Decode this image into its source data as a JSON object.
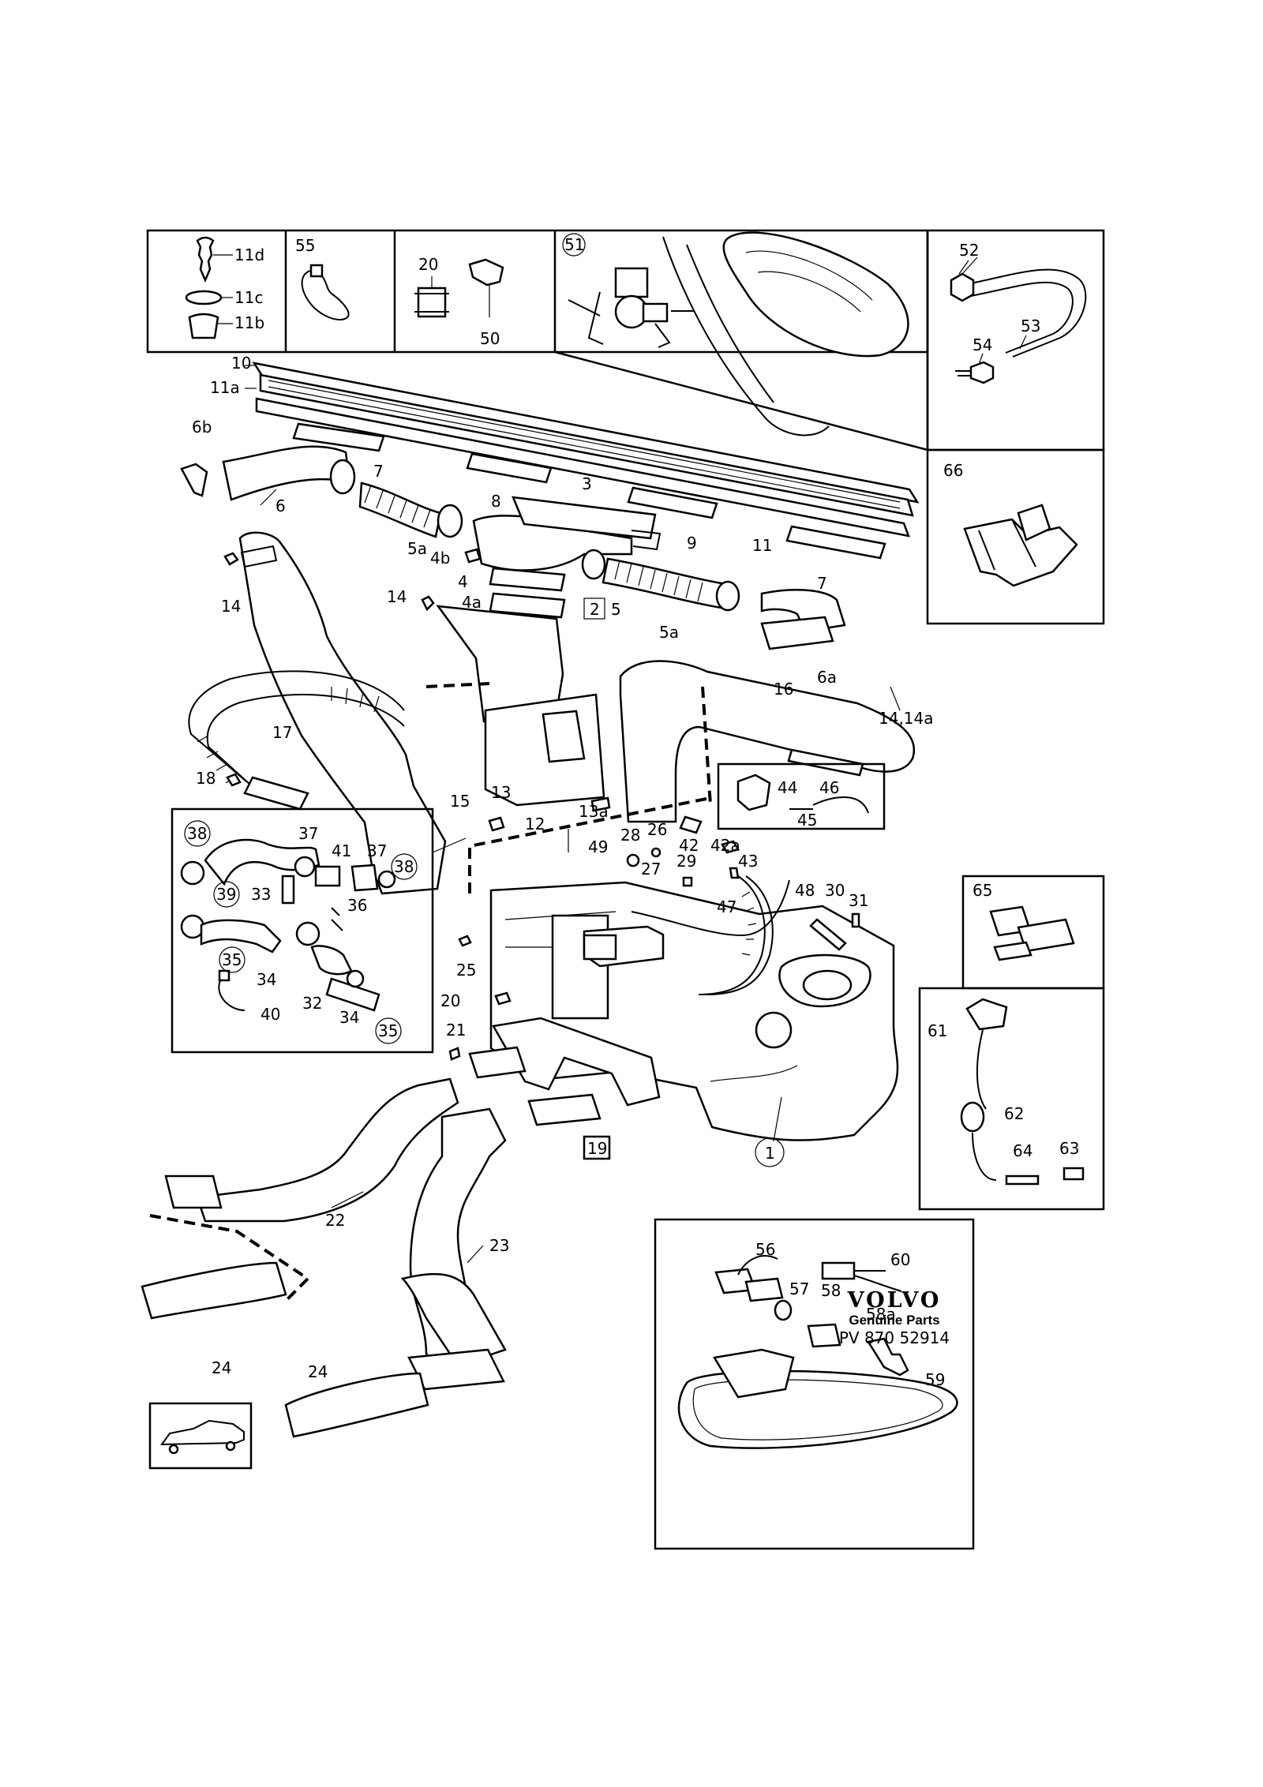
{
  "labels": {
    "l11d": "11d",
    "l11c": "11c",
    "l11b": "11b",
    "l55": "55",
    "l20a": "20",
    "l50": "50",
    "l51": "51",
    "l52": "52",
    "l53": "53",
    "l54": "54",
    "l10": "10",
    "l11a": "11a",
    "l6b": "6b",
    "l6": "6",
    "l5a_1": "5a",
    "l7_1": "7",
    "l8": "8",
    "l3": "3",
    "l4b": "4b",
    "l4": "4",
    "l4a": "4a",
    "l2": "2",
    "l5": "5",
    "l5a_2": "5a",
    "l9": "9",
    "l11": "11",
    "l7_2": "7",
    "l66": "66",
    "l6a": "6a",
    "l14_1": "14",
    "l14_2": "14",
    "l14_14a": "14,14a",
    "l16": "16",
    "l17": "17",
    "l18": "18",
    "l13": "13",
    "l13a": "13a",
    "l15": "15",
    "l12": "12",
    "l44": "44",
    "l46": "46",
    "l45": "45",
    "l38_1": "38",
    "l37_1": "37",
    "l41": "41",
    "l37_2": "37",
    "l38_2": "38",
    "l39": "39",
    "l33": "33",
    "l36": "36",
    "l35_1": "35",
    "l34_1": "34",
    "l32": "32",
    "l34_2": "34",
    "l35_2": "35",
    "l40": "40",
    "l28": "28",
    "l26": "26",
    "l49": "49",
    "l42": "42",
    "l42a": "42a",
    "l27": "27",
    "l29": "29",
    "l43": "43",
    "l48": "48",
    "l30": "30",
    "l31": "31",
    "l47": "47",
    "l25": "25",
    "l20b": "20",
    "l21": "21",
    "l65": "65",
    "l61": "61",
    "l62": "62",
    "l64": "64",
    "l63": "63",
    "l19": "19",
    "l1": "1",
    "l22": "22",
    "l23": "23",
    "l24_1": "24",
    "l24_2": "24",
    "l56": "56",
    "l60": "60",
    "l57": "57",
    "l58": "58",
    "l58a": "58a",
    "l59": "59"
  },
  "brand": {
    "logo": "VOLVO",
    "sub": "Genuine Parts",
    "code": "PV 870 52914"
  }
}
